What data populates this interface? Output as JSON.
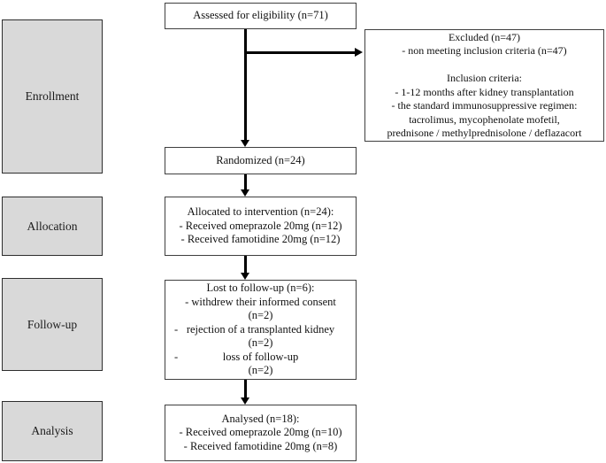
{
  "diagram": {
    "title_semantic": "CONSORT participant flow diagram",
    "stages": [
      {
        "label": "Enrollment"
      },
      {
        "label": "Allocation"
      },
      {
        "label": "Follow-up"
      },
      {
        "label": "Analysis"
      }
    ],
    "boxes": {
      "assessed": {
        "line1": "Assessed for eligibility (n=71)"
      },
      "excluded": {
        "lines": [
          "Excluded (n=47)",
          "- non meeting inclusion criteria (n=47)",
          "",
          "Inclusion criteria:",
          "- 1-12 months after kidney transplantation",
          "- the standard immunosuppressive regimen:",
          "tacrolimus, mycophenolate mofetil,",
          "prednisone / methylprednisolone / deflazacort"
        ]
      },
      "randomized": {
        "line1": "Randomized (n=24)"
      },
      "allocated": {
        "lines": [
          "Allocated to intervention (n=24):",
          "- Received omeprazole 20mg (n=12)",
          "- Received famotidine 20mg (n=12)"
        ]
      },
      "lost": {
        "title": "Lost to follow-up (n=6):",
        "item1": "- withdrew their informed consent",
        "count1": "(n=2)",
        "dash": "-",
        "item2": "rejection of a transplanted kidney",
        "count2": "(n=2)",
        "item3": "loss of follow-up",
        "count3": "(n=2)"
      },
      "analysed": {
        "lines": [
          "Analysed (n=18):",
          "- Received omeprazole 20mg (n=10)",
          "- Received famotidine 20mg (n=8)"
        ]
      }
    },
    "colors": {
      "background": "#ffffff",
      "stage_fill": "#d9d9d9",
      "box_border": "#3f3f3f",
      "arrow": "#000000"
    }
  }
}
